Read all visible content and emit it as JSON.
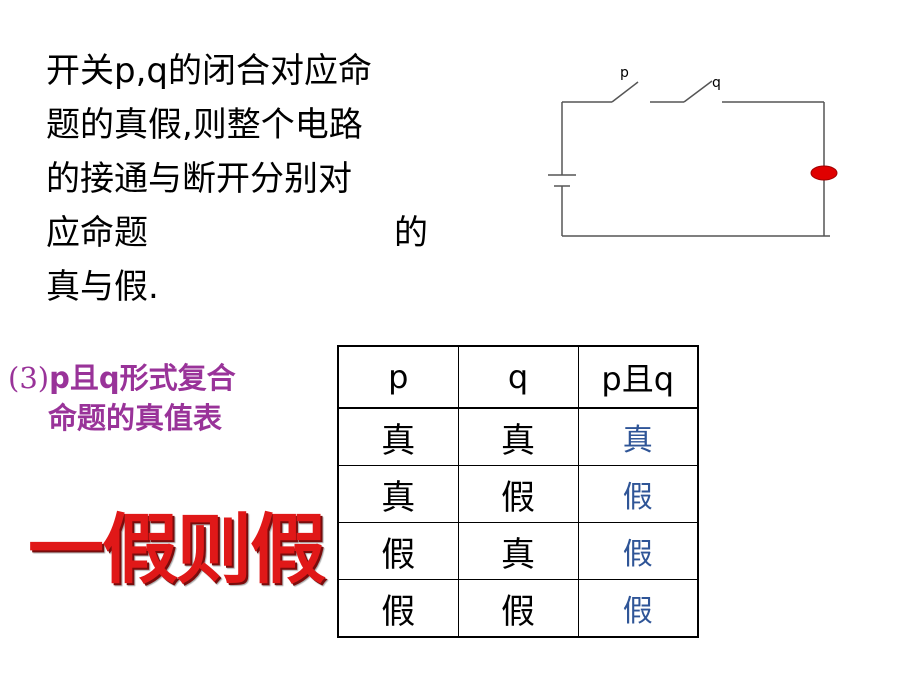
{
  "intro": {
    "lines": [
      "开关p,q的闭合对应命",
      "题的真假,则整个电路",
      "的接通与断开分别对",
      "应命题",
      "的",
      "真与假."
    ]
  },
  "circuit": {
    "switch_p_label": "p",
    "switch_q_label": "q",
    "lamp_color": "#e00000",
    "wire_color": "#555555"
  },
  "subtitle": {
    "prefix": "(3)",
    "line1_rest": "p且q形式复合",
    "line2": "命题的真值表",
    "color": "#993399"
  },
  "slogan": {
    "text": "一假则假",
    "color": "#e01818"
  },
  "truth_table": {
    "headers": [
      "p",
      "q",
      "p且q"
    ],
    "rows": [
      [
        "真",
        "真",
        "真"
      ],
      [
        "真",
        "假",
        "假"
      ],
      [
        "假",
        "真",
        "假"
      ],
      [
        "假",
        "假",
        "假"
      ]
    ],
    "result_color": "#2f5597"
  }
}
